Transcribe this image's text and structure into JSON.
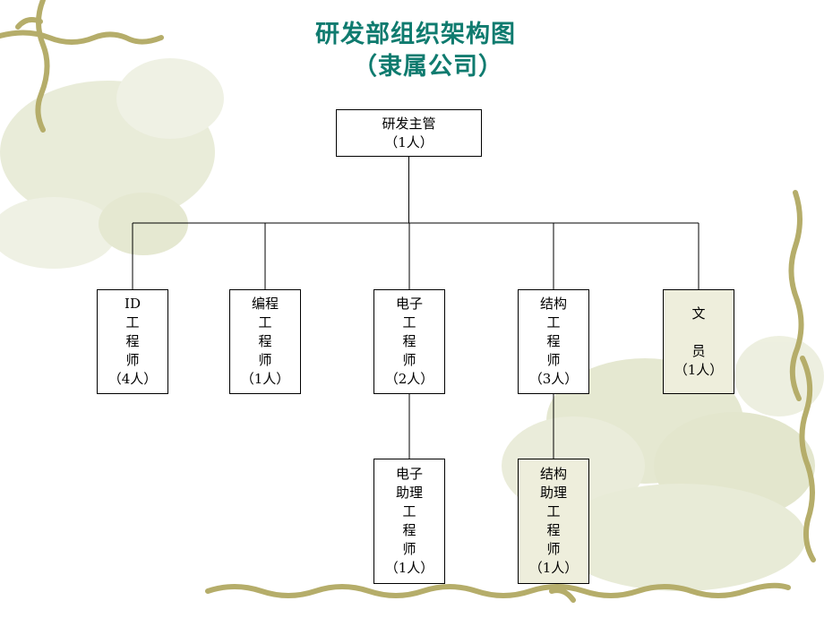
{
  "title": {
    "line1": "研发部组织架构图",
    "line2": "（隶属公司）"
  },
  "colors": {
    "title": "#0f7b6f",
    "vine": "#b5ad6a",
    "blossom": "#e7ead5",
    "node_border": "#000000",
    "node_tint": "#eeeedc"
  },
  "decor": {
    "top_left": "vine-border-decoration",
    "background": "blossom-watermark",
    "bottom": "vine-border-decoration"
  },
  "org_chart": {
    "root": {
      "lines": [
        "研发主管",
        "（1人）"
      ]
    },
    "departments": [
      {
        "key": "id-engineer",
        "lines": [
          "ID",
          "工",
          "程",
          "师",
          "（4人）"
        ]
      },
      {
        "key": "programming-engineer",
        "lines": [
          "编程",
          "工",
          "程",
          "师",
          "（1人）"
        ]
      },
      {
        "key": "electronics-engineer",
        "lines": [
          "电子",
          "工",
          "程",
          "师",
          "（2人）"
        ]
      },
      {
        "key": "structural-engineer",
        "lines": [
          "结构",
          "工",
          "程",
          "师",
          "（3人）"
        ]
      },
      {
        "key": "clerk",
        "lines": [
          "文",
          "",
          "员",
          "（1人）"
        ]
      }
    ],
    "sub_roles": [
      {
        "key": "electronics-assistant-engineer",
        "parent": "electronics-engineer",
        "lines": [
          "电子",
          "助理",
          "工",
          "程",
          "师",
          "（1人）"
        ]
      },
      {
        "key": "structural-assistant-engineer",
        "parent": "structural-engineer",
        "lines": [
          "结构",
          "助理",
          "工",
          "程",
          "师",
          "（1人）"
        ]
      }
    ]
  }
}
